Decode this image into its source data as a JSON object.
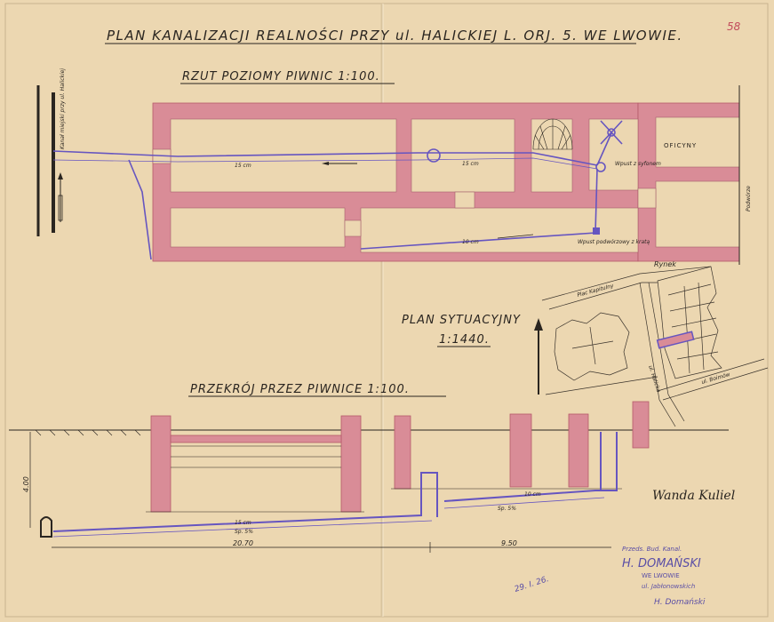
{
  "sheet": {
    "title": "PLAN KANALIZACJI REALNOŚCI PRZY ul. HALICKIEJ L. ORJ. 5. WE LWOWIE.",
    "page_number": "58"
  },
  "floor_plan": {
    "heading": "RZUT POZIOMY PIWNIC 1:100.",
    "street_left": "Kanał miejski przy ul. Halickiej",
    "room_office": "OFICYNY",
    "street_right": "Podwórze",
    "label_pipe_a": "15 cm",
    "label_pipe_b": "15 cm",
    "label_pipe_c": "10 cm",
    "label_basin": "Wpust podwórzowy z kratą",
    "label_inlet": "Wpust z syfonem"
  },
  "site_plan": {
    "heading": "PLAN SYTUACYJNY",
    "scale": "1:1440.",
    "label_market": "Rynek",
    "label_square": "Plac Kapitulny",
    "label_street_halicka": "ul. Halicka",
    "label_street_boimow": "ul. Boimów"
  },
  "section": {
    "heading": "PRZEKRÓJ PRZEZ PIWNICE 1:100.",
    "height_label": "4.00",
    "pipe_label_main": "15 cm",
    "slope_main": "Sp. 5%",
    "pipe_label_branch": "10 cm",
    "slope_branch": "Sp. 5%",
    "dim_left": "20.70",
    "dim_right": "9.50"
  },
  "stamp": {
    "line1": "Przeds. Bud. Kanal.",
    "name": "H. DOMAŃSKI",
    "city": "WE LWOWIE",
    "line4": "ul. Jabłonowskich",
    "signature": "H. Domański",
    "date_note": "29. I. 26."
  },
  "owner_signature": "Wanda Kuliel",
  "colors": {
    "paper": "#ecd7b1",
    "wall": "#d98c97",
    "wall_edge": "#b45a6a",
    "pipe": "#6655c0",
    "ink": "#2a2520"
  }
}
